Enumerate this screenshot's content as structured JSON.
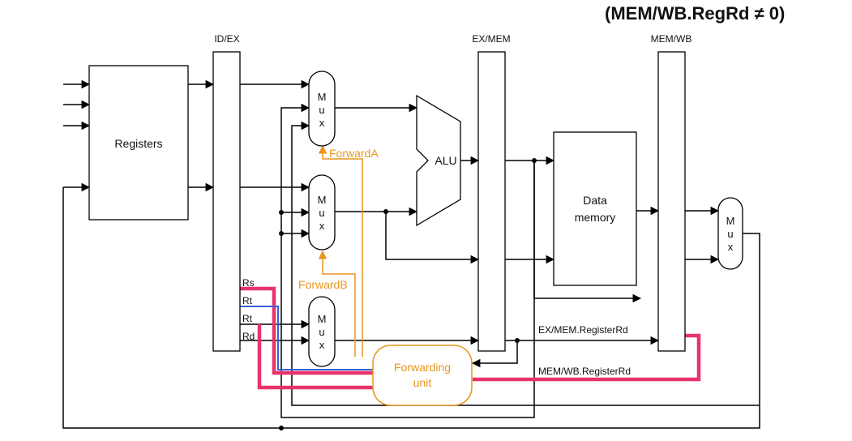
{
  "condition": "(MEM/WB.RegRd ≠ 0)",
  "pipeline_registers": {
    "id_ex": "ID/EX",
    "ex_mem": "EX/MEM",
    "mem_wb": "MEM/WB"
  },
  "blocks": {
    "registers": "Registers",
    "alu": "ALU",
    "data_memory_line1": "Data",
    "data_memory_line2": "memory",
    "forwarding_unit_line1": "Forwarding",
    "forwarding_unit_line2": "unit"
  },
  "mux_letters": [
    "M",
    "u",
    "x"
  ],
  "signals": {
    "forward_a": "ForwardA",
    "forward_b": "ForwardB",
    "ex_mem_registerrd": "EX/MEM.RegisterRd",
    "mem_wb_registerrd": "MEM/WB.RegisterRd"
  },
  "register_fields": {
    "rs": "Rs",
    "rt1": "Rt",
    "rt2": "Rt",
    "rd": "Rd"
  },
  "colors": {
    "control_signal": "#e8961e",
    "highlight_path": "#e8336b",
    "rt_path": "#3b5ed6"
  }
}
